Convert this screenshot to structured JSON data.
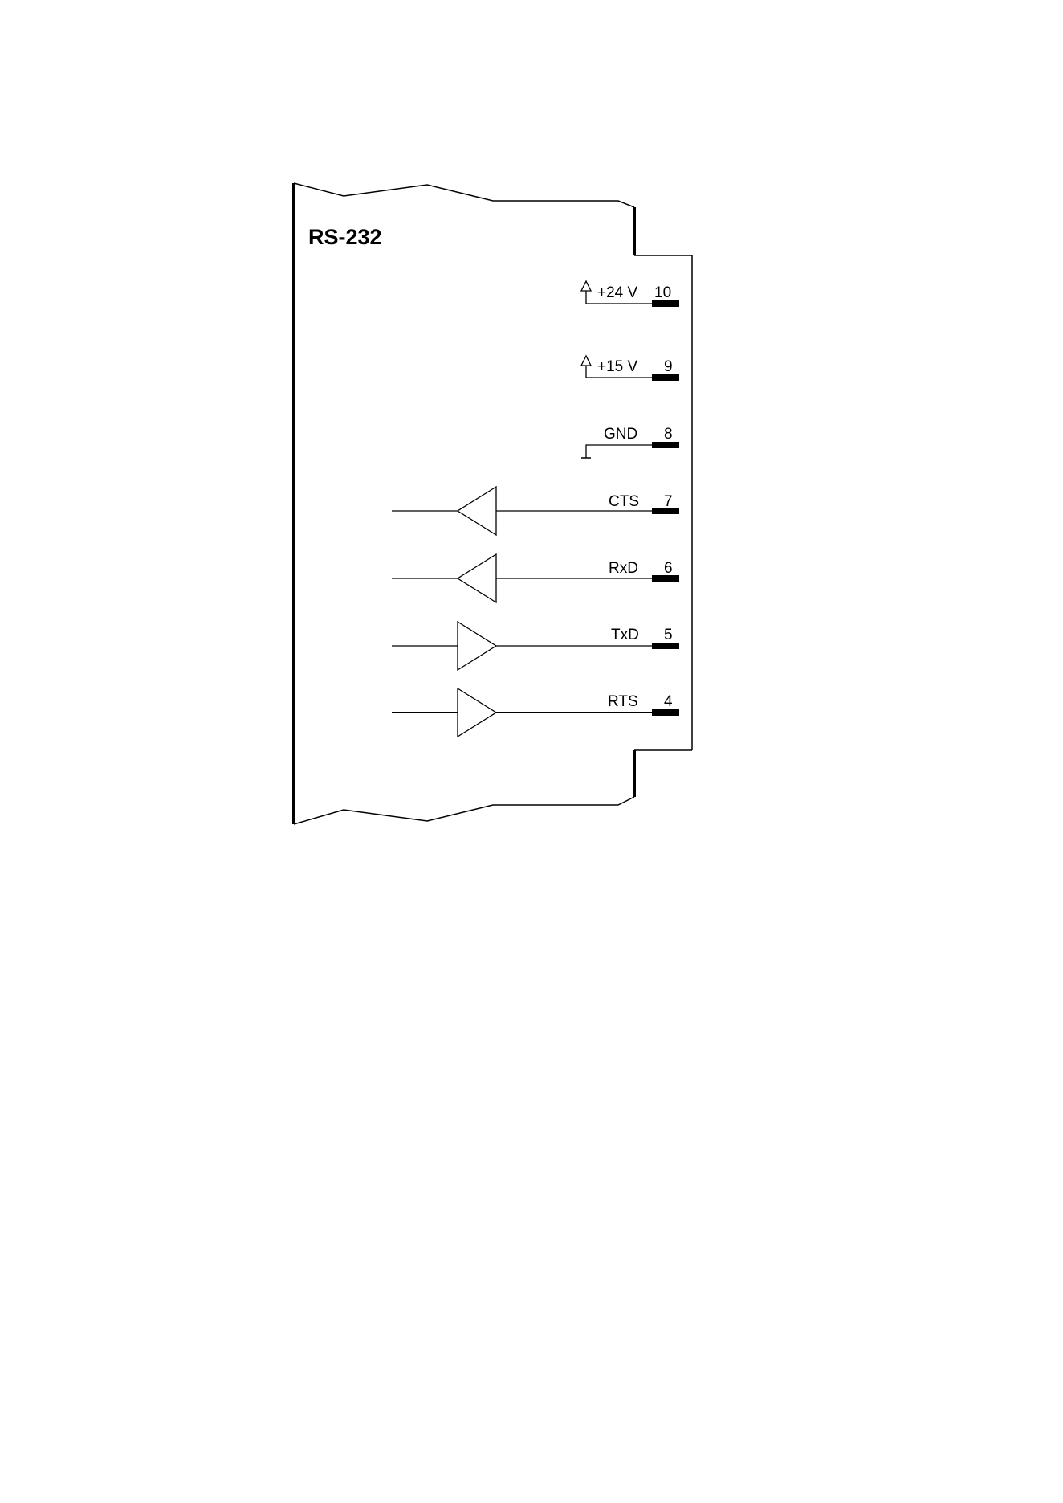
{
  "title": "RS-232",
  "colors": {
    "ink": "#000000",
    "background": "#ffffff"
  },
  "supplies": [
    {
      "label": "+24 V",
      "pin": "10",
      "symbol": "supply-arrow-icon"
    },
    {
      "label": "+15 V",
      "pin": "9",
      "symbol": "supply-arrow-icon"
    }
  ],
  "ground": {
    "label": "GND",
    "pin": "8",
    "symbol": "ground-icon"
  },
  "signals": [
    {
      "label": "CTS",
      "pin": "7",
      "direction": "input"
    },
    {
      "label": "RxD",
      "pin": "6",
      "direction": "input"
    },
    {
      "label": "TxD",
      "pin": "5",
      "direction": "output"
    },
    {
      "label": "RTS",
      "pin": "4",
      "direction": "output"
    }
  ]
}
